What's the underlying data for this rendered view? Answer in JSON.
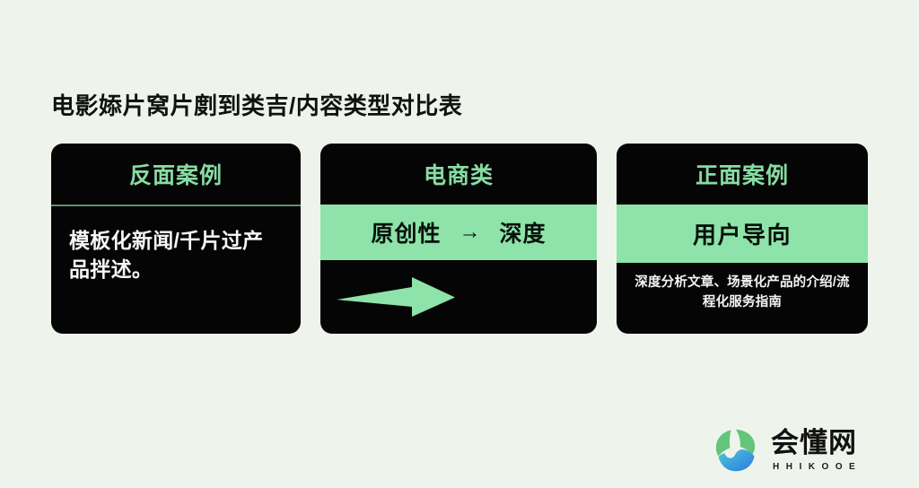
{
  "page": {
    "title": "电影婖片窝片剫到类吉/内容类型对比表",
    "background_color": "#eef4ec",
    "accent_green": "#8de3a9",
    "header_green": "#86dca2",
    "card_background": "#050505"
  },
  "cards": [
    {
      "header": "反面案例",
      "body": "模板化新闻/千片过产品拌述。",
      "has_divider": true
    },
    {
      "header": "电商类",
      "band_left": "原创性",
      "band_arrow": "→",
      "band_right": "深度",
      "arrow_icon": "right-arrow-icon"
    },
    {
      "header": "正面案例",
      "band": "用户导向",
      "caption": "深度分析文章、场景化产品的介绍/流程化服务指南"
    }
  ],
  "logo": {
    "name": "会懂网",
    "subtitle": "HHIKOOE",
    "mark_icon": "leaf-wave-circle-icon",
    "leaf_color": "#62c munged",
    "colors": {
      "leaf": "#63c47a",
      "wave_top": "#4fbfd4",
      "wave_bottom": "#2f7fd6"
    }
  }
}
